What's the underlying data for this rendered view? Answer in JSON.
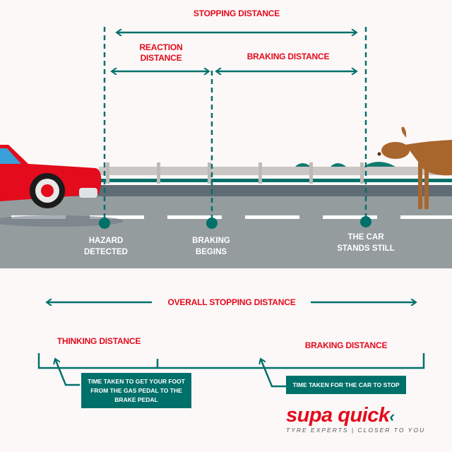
{
  "top": {
    "stopping_distance": "STOPPING DISTANCE",
    "reaction_distance": [
      "REACTION",
      "DISTANCE"
    ],
    "braking_distance": "BRAKING DISTANCE"
  },
  "road_markers": [
    {
      "lines": [
        "HAZARD",
        "DETECTED"
      ]
    },
    {
      "lines": [
        "BRAKING",
        "BEGINS"
      ]
    },
    {
      "lines": [
        "THE CAR",
        "STANDS STILL"
      ]
    }
  ],
  "bottom": {
    "overall": "OVERALL STOPPING DISTANCE",
    "thinking": "THINKING DISTANCE",
    "braking": "BRAKING DISTANCE",
    "thinking_note": [
      "TIME TAKEN TO GET YOUR FOOT",
      "FROM THE GAS PEDAL TO THE",
      "BRAKE PEDAL"
    ],
    "braking_note": "TIME TAKEN FOR THE CAR TO STOP"
  },
  "brand": {
    "name": "supa quick",
    "tagline": "TYRE EXPERTS | CLOSER TO YOU"
  },
  "colors": {
    "red": "#e30b1c",
    "teal": "#00706a",
    "road": "#959c9e"
  }
}
